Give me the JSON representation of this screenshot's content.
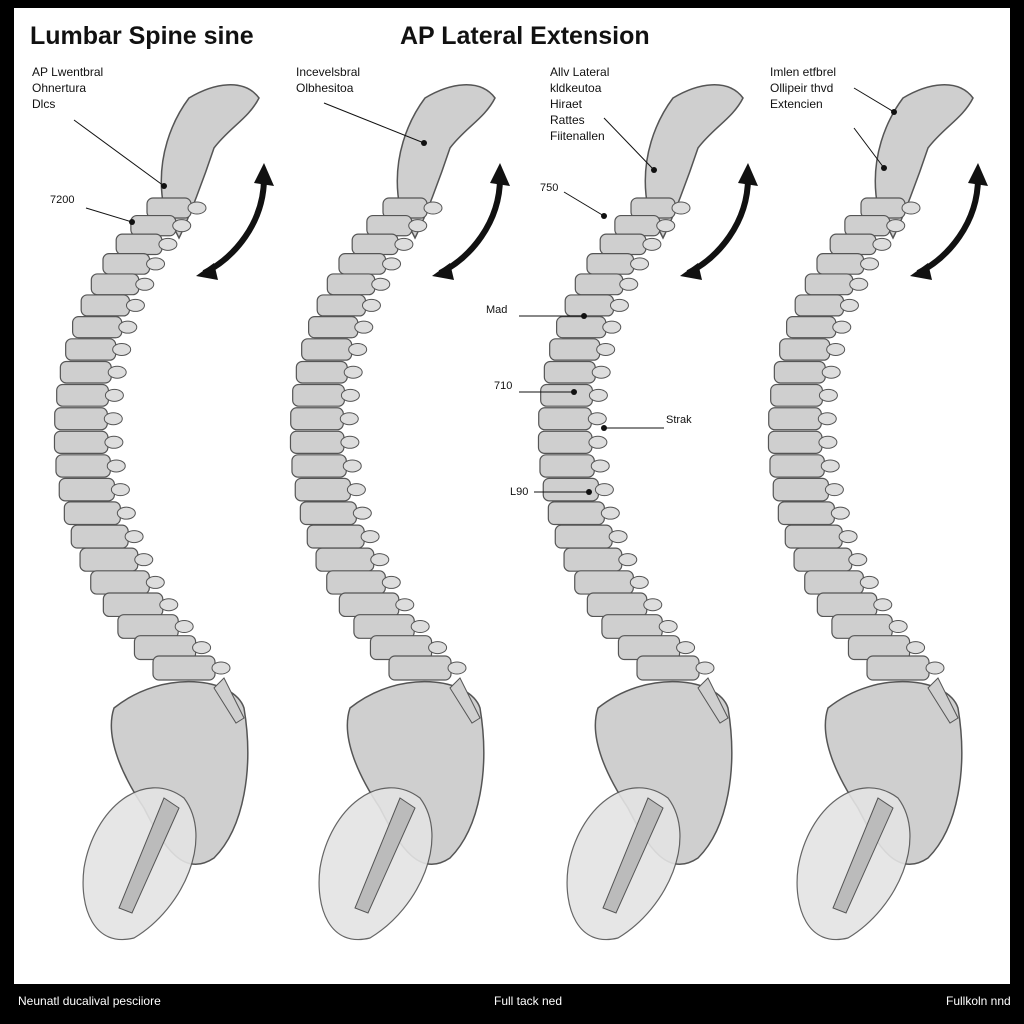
{
  "header": {
    "title_left": "Lumbar Spine sine",
    "title_center": "AP Lateral Extension"
  },
  "panels": [
    {
      "label_lines": [
        "AP Lwentbral",
        "Ohnertura",
        "Dlcs"
      ],
      "markers": [
        "7200"
      ]
    },
    {
      "label_lines": [
        "Incevelsbral",
        "Olbhesitoa"
      ],
      "markers": []
    },
    {
      "label_lines": [
        "Allv Lateral",
        "kldkeutoa",
        "Hiraet",
        "Rattes",
        "Fiitenallen"
      ],
      "markers": [
        "750",
        "Mad",
        "710",
        "Strak",
        "L90"
      ]
    },
    {
      "label_lines": [
        "Imlen etfbrel",
        "Ollipeir thvd",
        "Extencien"
      ],
      "markers": []
    }
  ],
  "footer": {
    "left": "Neunatl ducalival pesciiore",
    "center": "Full tack ned",
    "right": "Fullkoln nnd"
  },
  "colors": {
    "bone": "#cfcfcf",
    "bone_stroke": "#555555",
    "frame": "#000000"
  }
}
